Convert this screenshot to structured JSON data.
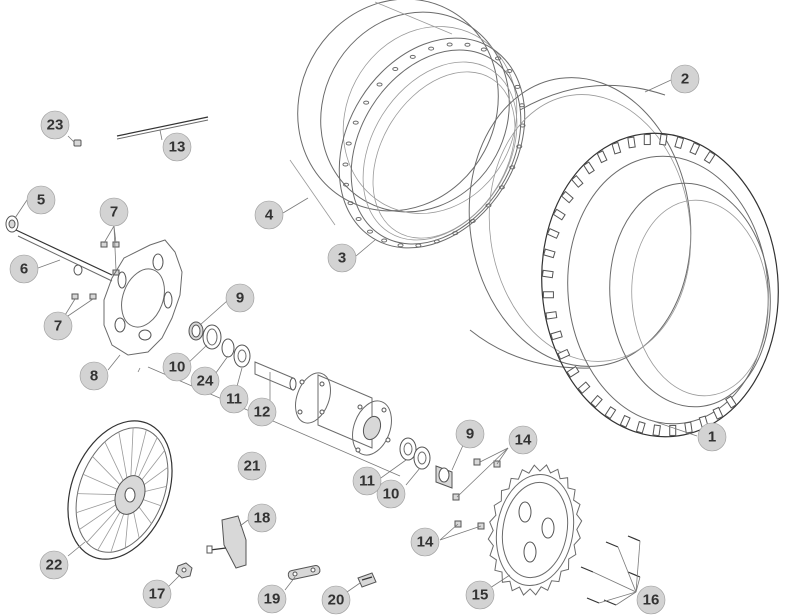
{
  "callouts": [
    {
      "id": "c1",
      "label": "1"
    },
    {
      "id": "c2",
      "label": "2"
    },
    {
      "id": "c3",
      "label": "3"
    },
    {
      "id": "c4",
      "label": "4"
    },
    {
      "id": "c5",
      "label": "5"
    },
    {
      "id": "c6",
      "label": "6"
    },
    {
      "id": "c7a",
      "label": "7"
    },
    {
      "id": "c7b",
      "label": "7"
    },
    {
      "id": "c8",
      "label": "8"
    },
    {
      "id": "c9a",
      "label": "9"
    },
    {
      "id": "c9b",
      "label": "9"
    },
    {
      "id": "c10a",
      "label": "10"
    },
    {
      "id": "c10b",
      "label": "10"
    },
    {
      "id": "c11a",
      "label": "11"
    },
    {
      "id": "c11b",
      "label": "11"
    },
    {
      "id": "c12",
      "label": "12"
    },
    {
      "id": "c13",
      "label": "13"
    },
    {
      "id": "c14a",
      "label": "14"
    },
    {
      "id": "c14b",
      "label": "14"
    },
    {
      "id": "c15",
      "label": "15"
    },
    {
      "id": "c16",
      "label": "16"
    },
    {
      "id": "c17",
      "label": "17"
    },
    {
      "id": "c18",
      "label": "18"
    },
    {
      "id": "c19",
      "label": "19"
    },
    {
      "id": "c20",
      "label": "20"
    },
    {
      "id": "c21",
      "label": "21"
    },
    {
      "id": "c22",
      "label": "22"
    },
    {
      "id": "c23",
      "label": "23"
    },
    {
      "id": "c24",
      "label": "24"
    }
  ]
}
